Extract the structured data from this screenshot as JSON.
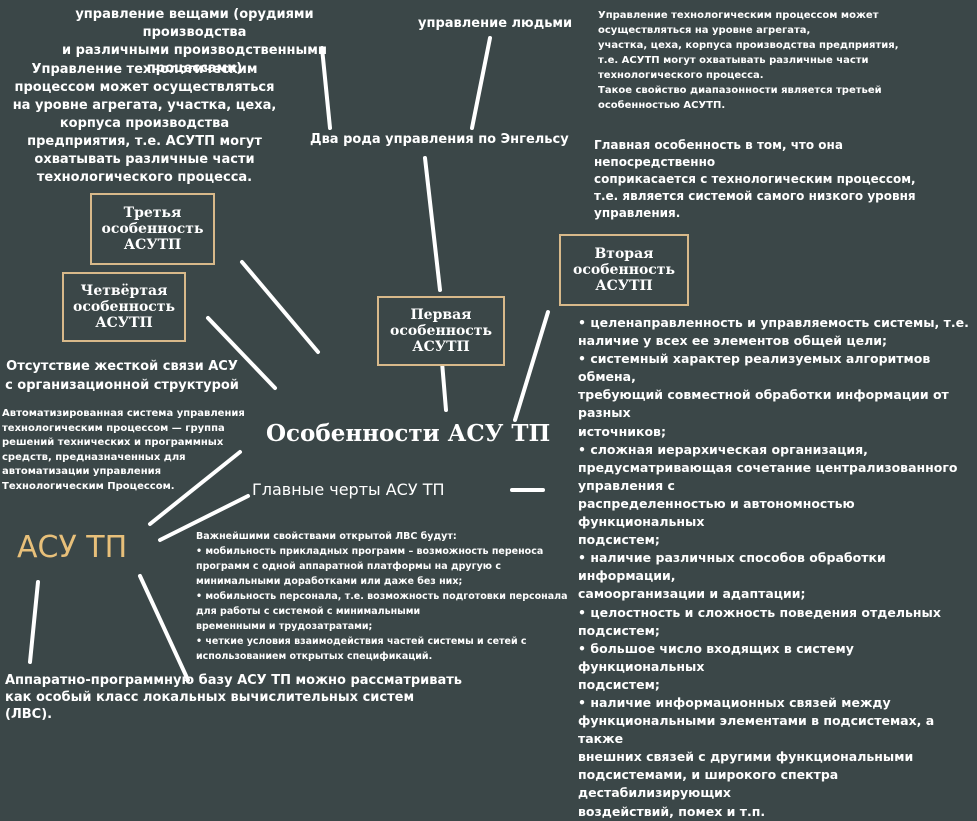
{
  "central_title": "Особенности АСУ ТП",
  "main_features": "Главные черты АСУ ТП",
  "asu_tp_label": "АСУ ТП",
  "engels_title": "Два рода управления по Энгельсу",
  "engels_things": "управление вещами (орудиями производства\nи различными производственными процессами)",
  "engels_people": "управление людьми",
  "third_text": "Управление технологическим\nпроцессом может осуществляться\nна уровне агрегата, участка, цеха,\nкорпуса производства\nпредприятия, т.е. АСУТП могут\nохватывать различные части\nтехнологического процесса.",
  "third_text_small": "Управление технологическим процессом может\n осуществляться на уровне агрегата,\nучастка, цеха, корпуса производства предприятия,\nт.е. АСУТП могут охватывать различные части\n технологического процесса.\nТакое свойство диапазонности является третьей\nособенностью АСУТП.",
  "first_text": "Главная особенность в том, что она\nнепосредственно\n соприкасается с технологическим процессом,\nт.е. является системой самого низкого уровня\nуправления.",
  "box_third": "Третья\nособенность\nАСУТП",
  "box_fourth": "Четвёртая\nособенность\nАСУТП",
  "box_first": "Первая\nособенность\nАСУТП",
  "box_second": "Вторая\nособенность\nАСУТП",
  "fourth_text": "Отсутствие жесткой связи АСУ\nс организационной структурой",
  "definition": "Автоматизированная система управления\nтехнологическим процессом — группа\nрешений технических и программных\nсредств, предназначенных для\nавтоматизации управления\nТехнологическим Процессом.",
  "lvs_text": "Важнейшими свойствами открытой ЛВС будут:\n• мобильность прикладных программ – возможность переноса\nпрограмм с одной аппаратной платформы на другую с\nминимальными доработками или даже без них;\n• мобильность персонала, т.е. возможность подготовки персонала\nдля работы с системой с минимальными\nвременными и трудозатратами;\n• четкие условия взаимодействия частей системы и сетей с\nиспользованием открытых спецификаций.",
  "hardware_text": "Аппаратно-программную базу АСУ ТП можно рассматривать\nкак особый класс локальных вычислительных систем (ЛВС).",
  "second_items": [
    "• целенаправленность и управляемость системы, т.е.\nналичие у всех ее элементов общей цели;",
    "• системный характер реализуемых алгоритмов обмена,\nтребующий совместной обработки информации от разных\nисточников;",
    "• сложная иерархическая организация,\nпредусматривающая сочетание централизованного\nуправления с\nраспределенностью и автономностью функциональных\nподсистем;",
    "• наличие различных способов обработки информации,\nсамоорганизации и адаптации;",
    "• целостность и сложность поведения отдельных\nподсистем;",
    "• большое число входящих в систему функциональных\nподсистем;",
    "• наличие информационных связей между\nфункциональными элементами в подсистемах, а также\nвнешних связей с другими функциональными\nподсистемами, и широкого спектра дестабилизирующих\nвоздействий, помех и т.п."
  ],
  "colors": {
    "background": "#3b4748",
    "box_border": "#d8b98a",
    "asu_label": "#e8c07a",
    "text": "#ffffff"
  }
}
